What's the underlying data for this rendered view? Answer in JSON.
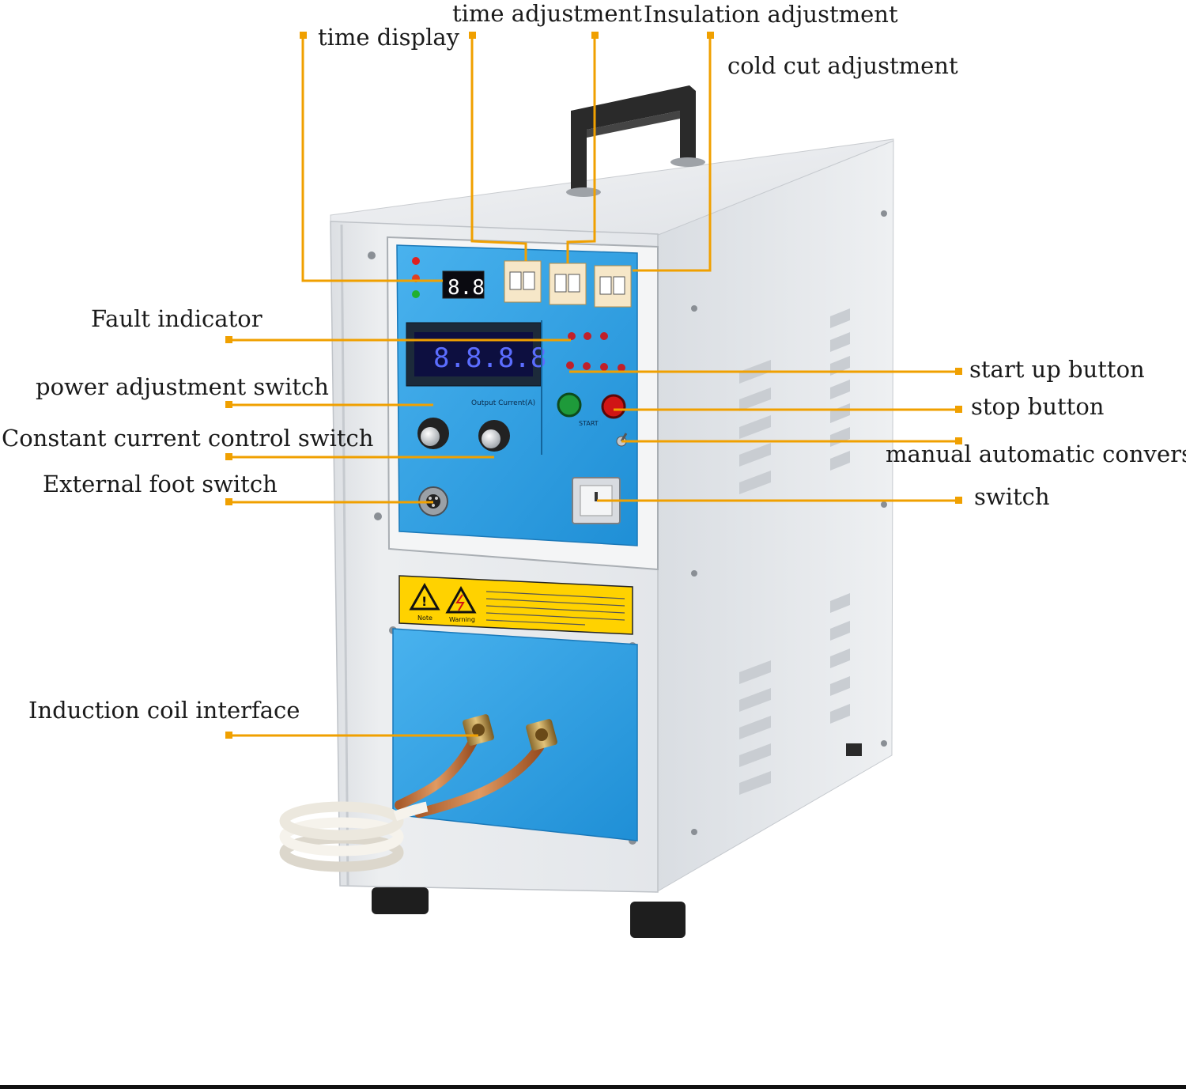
{
  "labels": {
    "time_display": "time display",
    "time_adjustment": "time adjustment",
    "insulation_adjustment": "Insulation adjustment",
    "cold_cut_adjustment": "cold cut adjustment",
    "fault_indicator": "Fault indicator",
    "power_adjustment_switch": "power adjustment switch",
    "constant_current_control_switch": "Constant current control switch",
    "external_foot_switch": "External foot switch",
    "start_up_button": "start up button",
    "stop_button": "stop button",
    "manual_automatic_conversion": "manual automatic conversion",
    "switch": "switch",
    "induction_coil_interface": "Induction coil interface"
  },
  "panel": {
    "time_readout": "8.8",
    "power_readout": "8.8.8.8",
    "start_text": "START",
    "output_current_text": "Output Current(A)",
    "warning_caption_1": "Note",
    "warning_caption_2": "Warning"
  },
  "colors": {
    "leader": "#f0a000",
    "panel_blue": "#2e9fe0",
    "cabinet": "#e9ebee",
    "start_button": "#1e9a3a",
    "stop_button": "#d01515",
    "warning_yellow": "#ffd200"
  },
  "icons": [
    "warning-triangle-icon",
    "electric-hazard-icon"
  ]
}
